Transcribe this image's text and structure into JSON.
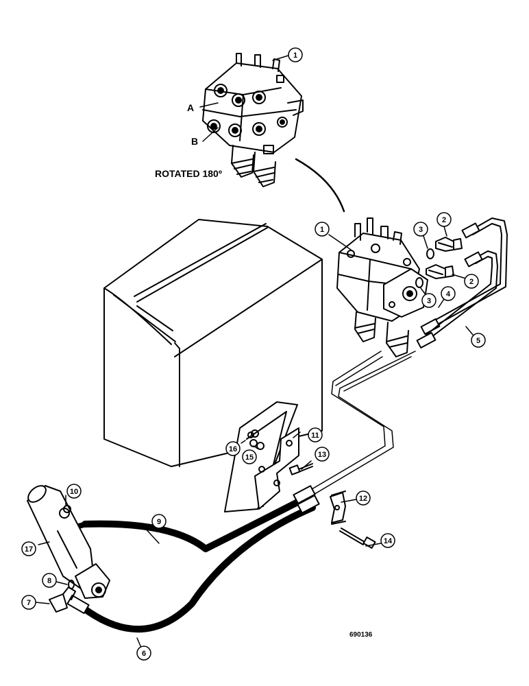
{
  "figure": {
    "rotated_note": "ROTATED 180º",
    "port_a": "A",
    "port_b": "B",
    "drawing_code": "690136"
  },
  "callouts": [
    {
      "id": "c1-top",
      "text": "1"
    },
    {
      "id": "c1",
      "text": "1"
    },
    {
      "id": "c2-top",
      "text": "2"
    },
    {
      "id": "c2",
      "text": "2"
    },
    {
      "id": "c3-top",
      "text": "3"
    },
    {
      "id": "c3",
      "text": "3"
    },
    {
      "id": "c4",
      "text": "4"
    },
    {
      "id": "c5",
      "text": "5"
    },
    {
      "id": "c6",
      "text": "6"
    },
    {
      "id": "c7",
      "text": "7"
    },
    {
      "id": "c8",
      "text": "8"
    },
    {
      "id": "c9",
      "text": "9"
    },
    {
      "id": "c10",
      "text": "10"
    },
    {
      "id": "c11",
      "text": "11"
    },
    {
      "id": "c12",
      "text": "12"
    },
    {
      "id": "c13",
      "text": "13"
    },
    {
      "id": "c14",
      "text": "14"
    },
    {
      "id": "c15",
      "text": "15"
    },
    {
      "id": "c16",
      "text": "16"
    },
    {
      "id": "c17",
      "text": "17"
    }
  ]
}
